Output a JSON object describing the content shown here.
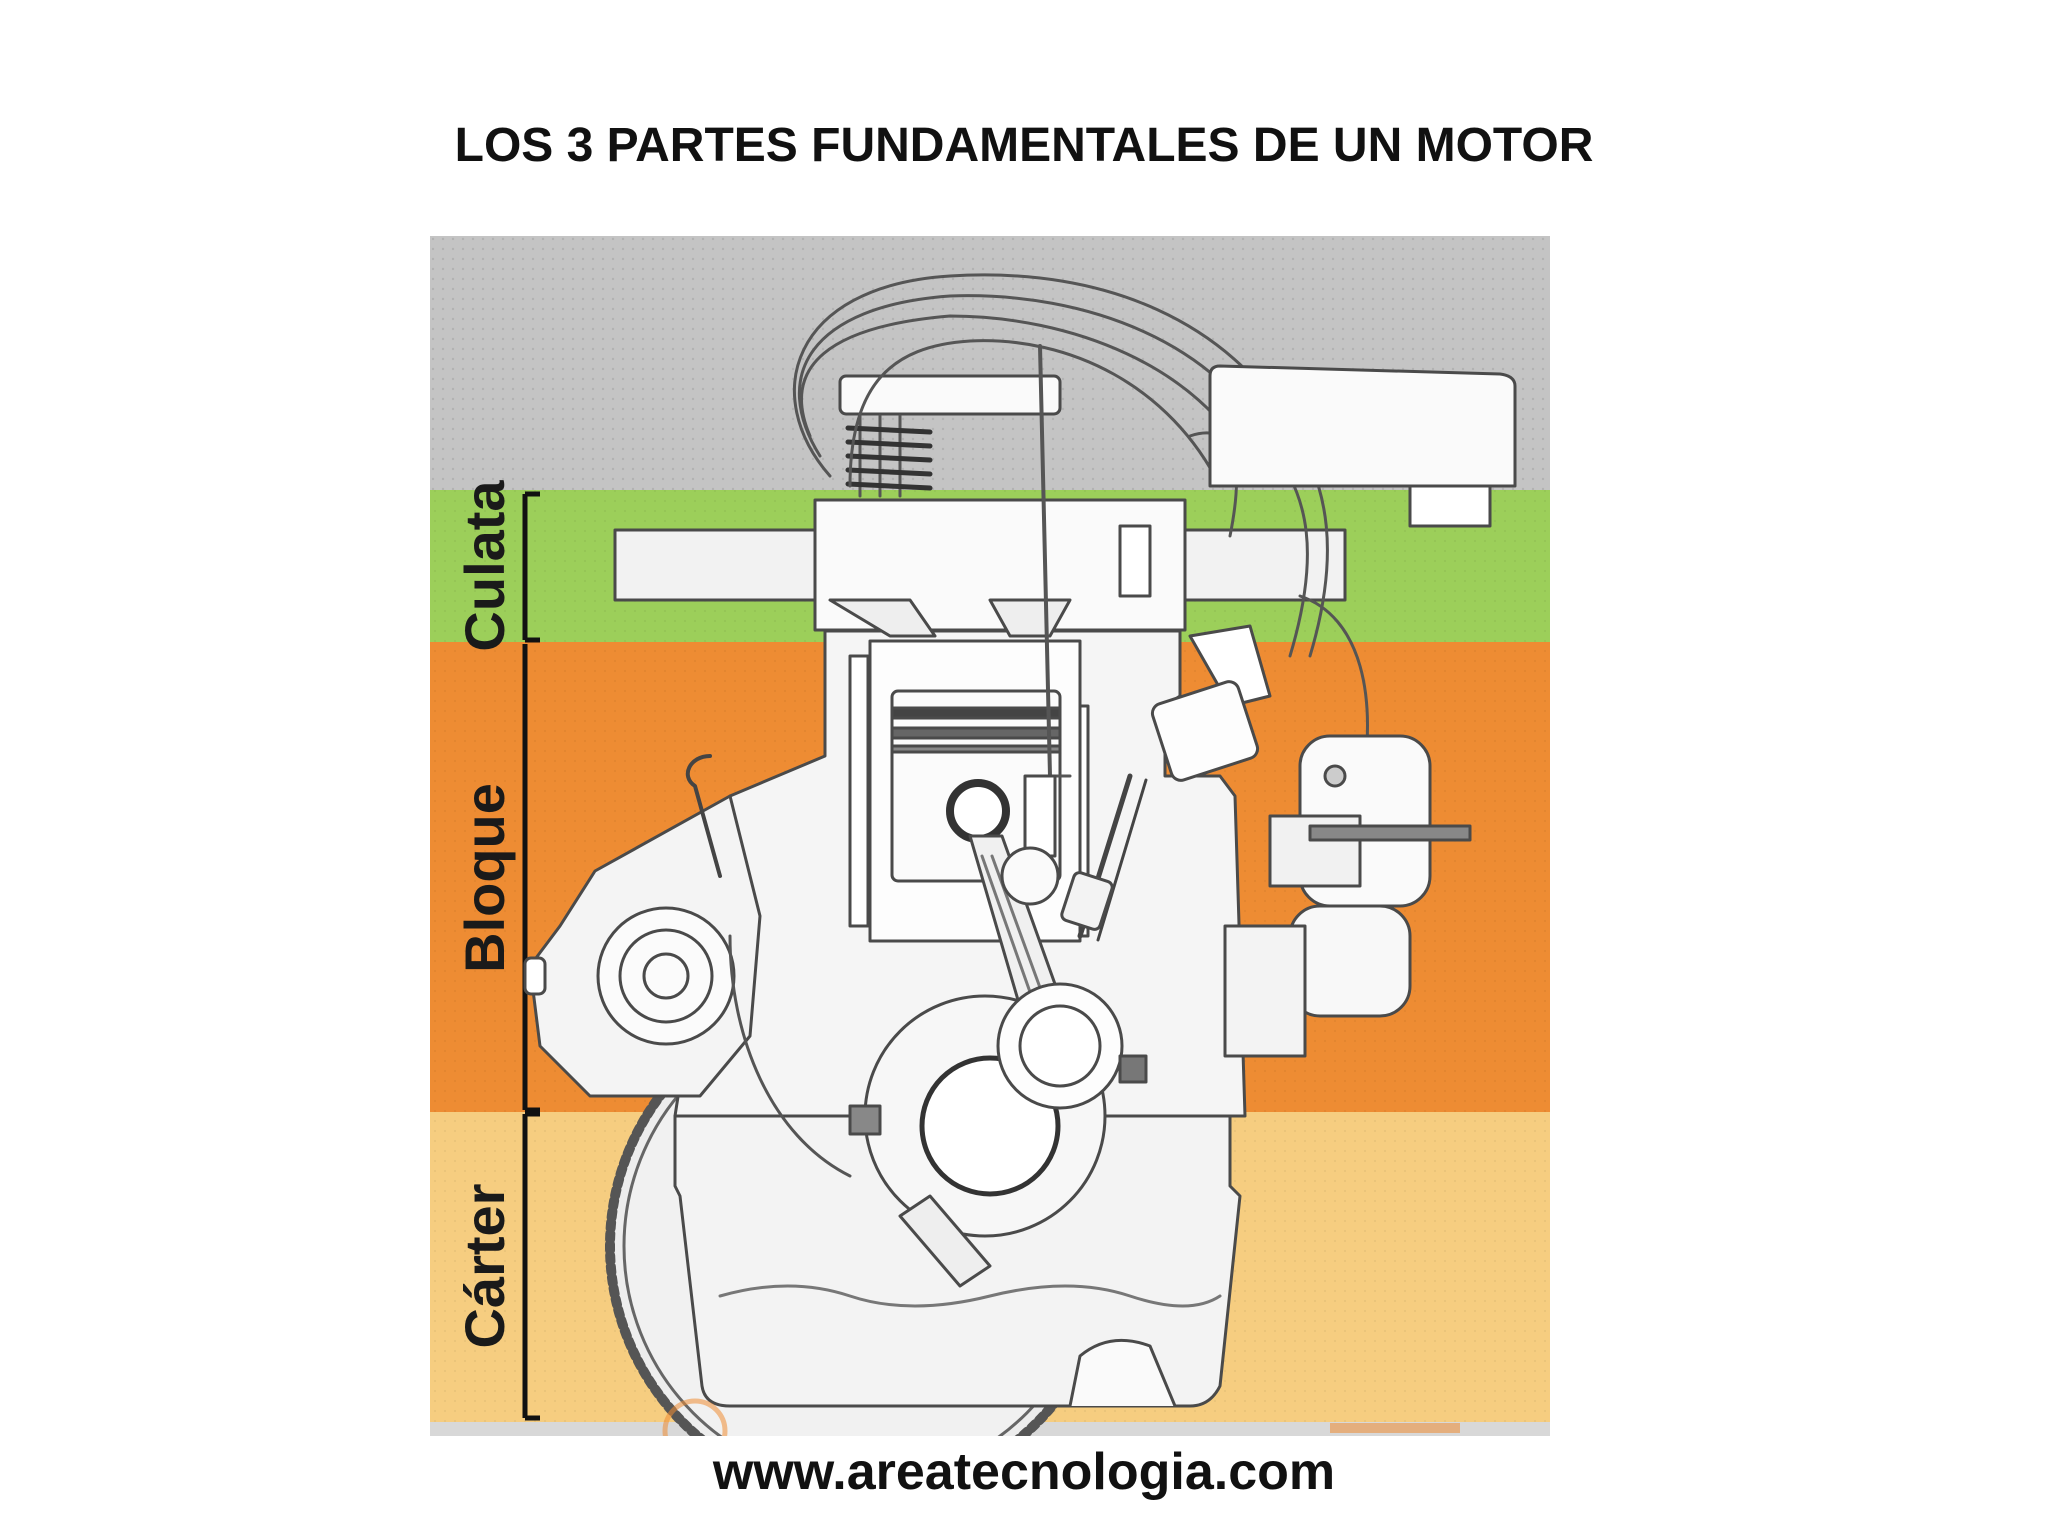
{
  "title": "LOS 3 PARTES FUNDAMENTALES DE UN MOTOR",
  "sections": {
    "culata": {
      "label": "Culata",
      "color": "#9ccf5a"
    },
    "bloque": {
      "label": "Bloque",
      "color": "#ee8c33"
    },
    "carter": {
      "label": "Cárter",
      "color": "#f6cd80"
    },
    "top": {
      "color": "#c4c4c4"
    }
  },
  "footer": "www.areatecnologia.com"
}
